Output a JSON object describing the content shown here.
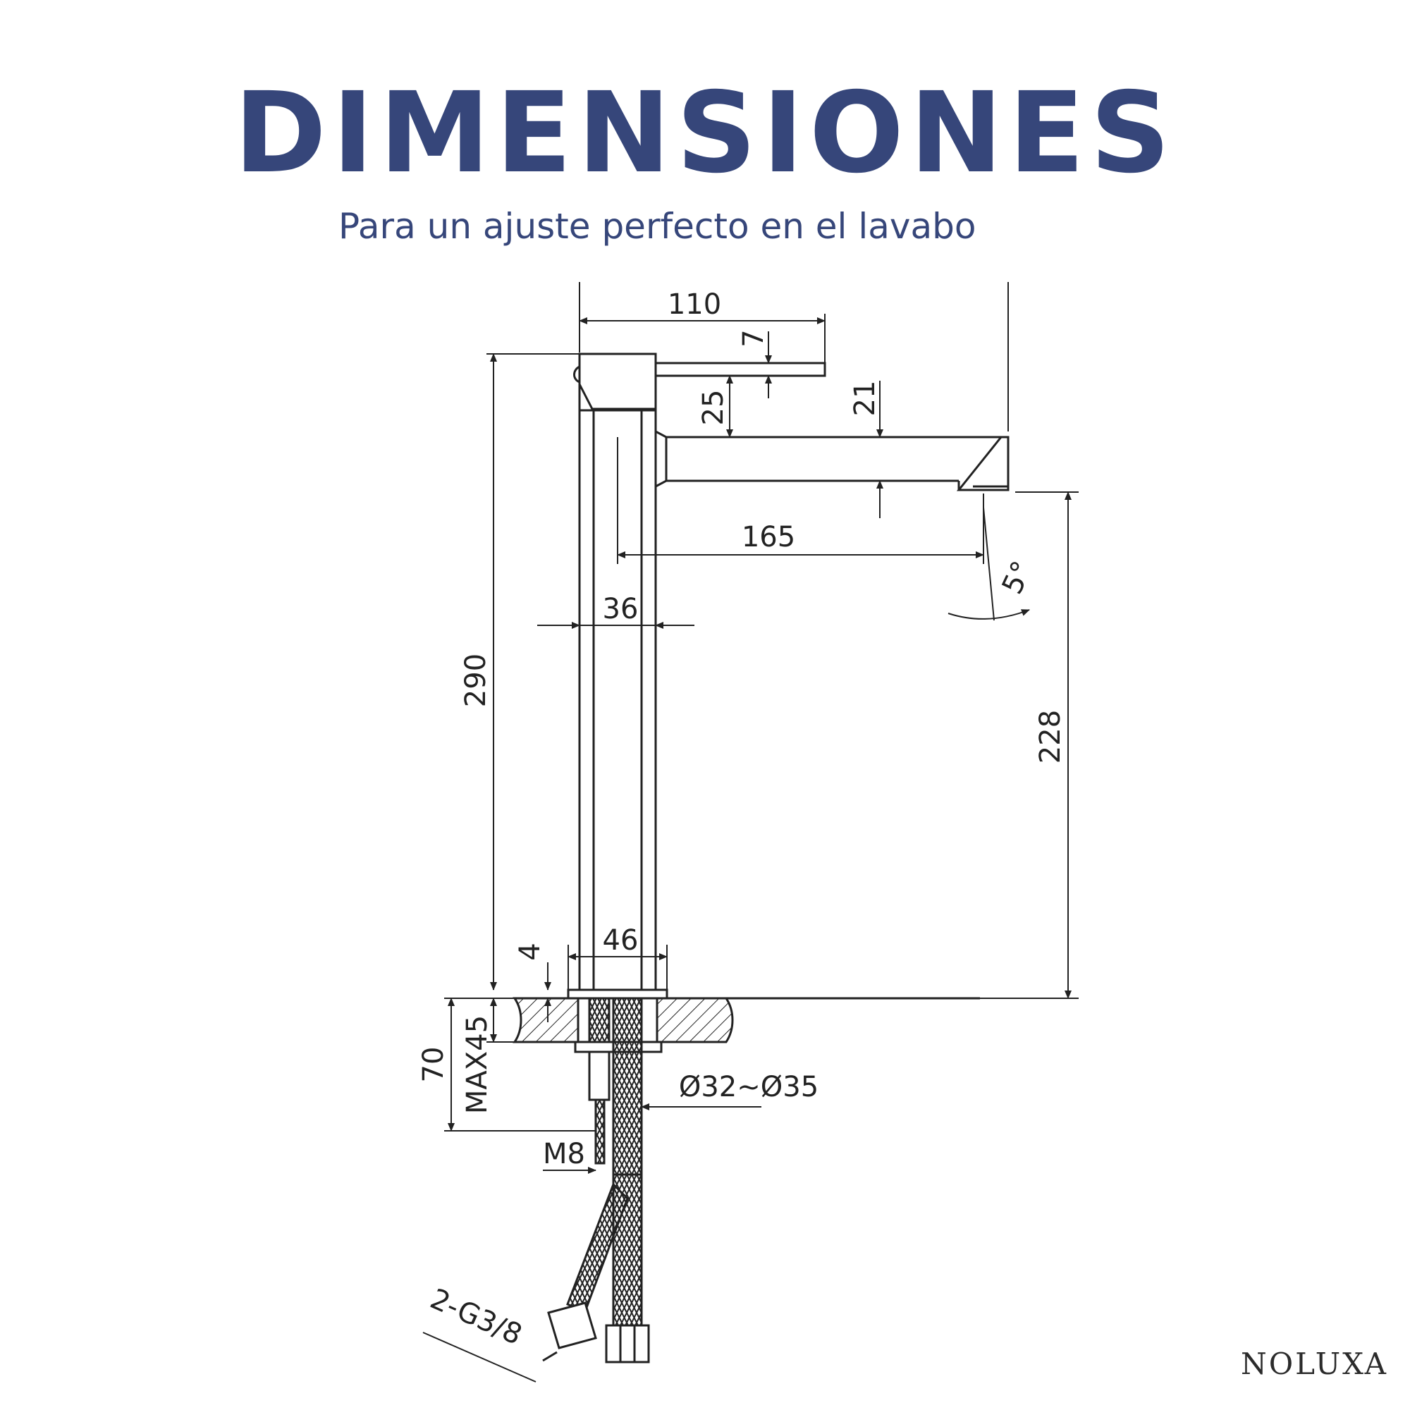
{
  "header": {
    "title": "DIMENSIONES",
    "subtitle": "Para un ajuste perfecto en el lavabo"
  },
  "dimensions": {
    "handle_reach": "110",
    "lever_thickness": "7",
    "lever_to_spout": "25",
    "spout_thickness": "21",
    "spout_reach": "165",
    "spout_angle": "5°",
    "body_width": "36",
    "total_height": "290",
    "outlet_height": "228",
    "base_width": "46",
    "base_plate": "4",
    "max_countertop": "MAX45",
    "under_counter": "70",
    "hole_diameter": "Ø32~Ø35",
    "stud_thread": "M8",
    "hose_connection": "2-G3/8"
  },
  "brand": {
    "name": "NOLUXA"
  },
  "colors": {
    "title": "#36467a",
    "line": "#222222"
  }
}
